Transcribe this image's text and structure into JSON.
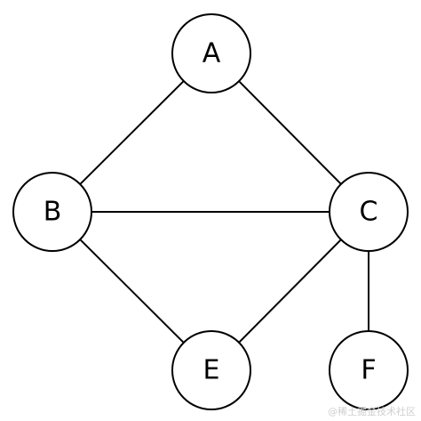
{
  "graph": {
    "nodes": [
      {
        "id": "A",
        "label": "A"
      },
      {
        "id": "B",
        "label": "B"
      },
      {
        "id": "C",
        "label": "C"
      },
      {
        "id": "E",
        "label": "E"
      },
      {
        "id": "F",
        "label": "F"
      }
    ],
    "edges": [
      {
        "from": "A",
        "to": "B"
      },
      {
        "from": "A",
        "to": "C"
      },
      {
        "from": "B",
        "to": "C"
      },
      {
        "from": "B",
        "to": "E"
      },
      {
        "from": "C",
        "to": "E"
      },
      {
        "from": "C",
        "to": "F"
      }
    ],
    "colors": {
      "stroke": "#000000",
      "fill": "#ffffff",
      "label": "#000000"
    }
  },
  "watermark": {
    "text": "@稀土掘金技术社区"
  }
}
